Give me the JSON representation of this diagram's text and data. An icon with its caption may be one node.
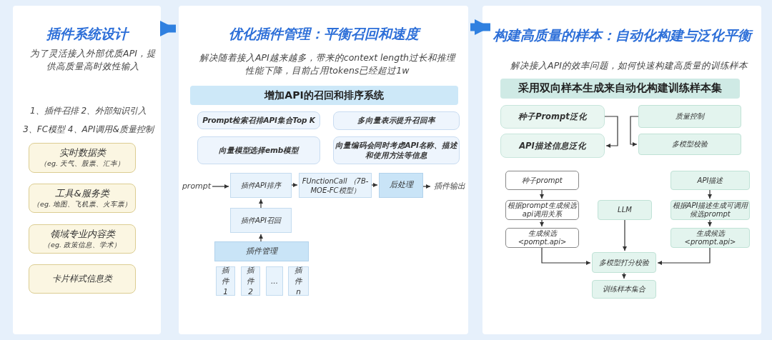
{
  "diagram": {
    "nodes": [
      {
        "text": [
          "插件系统设计",
          "为了灵活接入外部优质API，提供高质量高时效性输入",
          "1、插件召排 2、外部知识引入",
          "3、FC模型 4、API调用&质量控制"
        ]
      },
      {
        "text": [
          "实时数据类",
          "（eg. 天气、股票、汇率）"
        ],
        "in": 0
      },
      {
        "text": [
          "工具&服务类",
          "（eg. 地图、飞机票、火车票）"
        ],
        "in": 0
      },
      {
        "text": [
          "领域专业内容类",
          "（eg. 政策信息、学术）"
        ],
        "in": 0
      },
      {
        "text": [
          "卡片样式信息类"
        ],
        "in": 0
      },
      {
        "text": [
          "优化插件管理：平衡召回和速度",
          "解决随着接入API越来越多，带来的context length过长和推理性能下降，目前占用tokens已经超过1w"
        ]
      },
      {
        "text": [
          "增加API的召回和排序系统"
        ],
        "in": 5
      },
      {
        "text": [
          "Prompt检索召排API集合Top K"
        ],
        "in": 5
      },
      {
        "text": [
          "多向量表示提升召回率"
        ],
        "in": 5
      },
      {
        "text": [
          "向量模型选择emb模型"
        ],
        "in": 5
      },
      {
        "text": [
          "向量编码会同时考虑API名称、描述和使用方法等信息"
        ],
        "in": 5
      },
      {
        "text": [
          "prompt"
        ],
        "in": 5
      },
      {
        "text": [
          "插件API排序"
        ],
        "in": 5
      },
      {
        "text": [
          "FUnctionCall （7B-MOE-FC模型）"
        ],
        "in": 5
      },
      {
        "text": [
          "后处理"
        ],
        "in": 5
      },
      {
        "text": [
          "插件输出"
        ],
        "in": 5
      },
      {
        "text": [
          "插件API召回"
        ],
        "in": 5
      },
      {
        "text": [
          "插件管理"
        ],
        "in": 5
      },
      {
        "text": [
          "插件1"
        ],
        "in": 5
      },
      {
        "text": [
          "插件2"
        ],
        "in": 5
      },
      {
        "text": [
          "..."
        ],
        "in": 5
      },
      {
        "text": [
          "插件n"
        ],
        "in": 5
      },
      {
        "text": [
          "构建高质量的样本：自动化构建与泛化平衡",
          "解决接入API的效率问题，如何快速构建高质量的训练样本"
        ]
      },
      {
        "text": [
          "采用双向样本生成来自动化构建训练样本集"
        ],
        "in": 22
      },
      {
        "text": [
          "种子Prompt泛化"
        ],
        "in": 22
      },
      {
        "text": [
          "API描述信息泛化"
        ],
        "in": 22
      },
      {
        "text": [
          "质量控制"
        ],
        "in": 22
      },
      {
        "text": [
          "多模型校验"
        ],
        "in": 22
      },
      {
        "text": [
          "种子prompt"
        ],
        "in": 22
      },
      {
        "text": [
          "根据prompt生成候选api调用关系"
        ],
        "in": 22
      },
      {
        "text": [
          "生成候选 <pompt.api>"
        ],
        "in": 22
      },
      {
        "text": [
          "LLM"
        ],
        "in": 22
      },
      {
        "text": [
          "API描述"
        ],
        "in": 22
      },
      {
        "text": [
          "根据API描述生成可调用候选prompt"
        ],
        "in": 22
      },
      {
        "text": [
          "生成候选 <prompt.api>"
        ],
        "in": 22
      },
      {
        "text": [
          "多模型打分校验"
        ],
        "in": 22
      },
      {
        "text": [
          "训练样本集合"
        ],
        "in": 22
      }
    ],
    "edges": [
      {
        "from": 0,
        "to": 5,
        "arrow": "to",
        "style": "thick",
        "color": "#2f80e0"
      },
      {
        "from": 5,
        "to": 22,
        "arrow": "to",
        "style": "thick",
        "color": "#2f80e0"
      },
      {
        "from": 11,
        "to": 12,
        "arrow": "to"
      },
      {
        "from": 12,
        "to": 13,
        "arrow": "to"
      },
      {
        "from": 13,
        "to": 14,
        "arrow": "to"
      },
      {
        "from": 14,
        "to": 15,
        "arrow": "to"
      },
      {
        "from": 16,
        "to": 12,
        "arrow": "to"
      },
      {
        "from": 17,
        "to": 16,
        "arrow": "to"
      },
      {
        "from": 24,
        "to": 25,
        "arrow": "to"
      },
      {
        "from": 26,
        "to": 27,
        "arrow": "to"
      },
      {
        "from": 28,
        "to": 29,
        "arrow": "to"
      },
      {
        "from": 29,
        "to": 30,
        "arrow": "to"
      },
      {
        "from": 32,
        "to": 33,
        "arrow": "to"
      },
      {
        "from": 33,
        "to": 34,
        "arrow": "to"
      },
      {
        "from": 30,
        "to": 35,
        "arrow": "to"
      },
      {
        "from": 31,
        "to": 35,
        "arrow": "to"
      },
      {
        "from": 34,
        "to": 35,
        "arrow": "to"
      },
      {
        "from": 35,
        "to": 36,
        "arrow": "to"
      }
    ]
  }
}
